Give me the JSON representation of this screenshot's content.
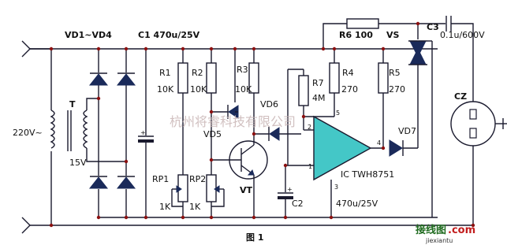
{
  "labels": {
    "vd1_vd4": "VD1~VD4",
    "c1": "C1 470u/25V",
    "r6": "R6 100",
    "vs": "VS",
    "c3": "C3",
    "c3_value": "0.1u/600V",
    "r1": "R1",
    "r1_value": "10K",
    "r2": "R2",
    "r2_value": "10K",
    "r3": "R3",
    "r3_value": "10K",
    "r7": "R7",
    "r7_value": "4M",
    "r4": "R4",
    "r4_value": "270",
    "r5": "R5",
    "r5_value": "270",
    "vd6": "VD6",
    "vd5": "VD5",
    "vd7": "VD7",
    "cz": "CZ",
    "t": "T",
    "mains": "220V~",
    "secondary": "15V",
    "rp1": "RP1",
    "rp1_value": "1K",
    "rp2": "RP2",
    "rp2_value": "1K",
    "vt": "VT",
    "c2": "C2",
    "c2_value": "470u/25V",
    "ic": "IC  TWH8751",
    "pin1": "1",
    "pin2": "2",
    "pin3": "3",
    "pin4": "4",
    "pin5": "5",
    "figure": "图 1",
    "watermark": "杭州将睿科技有限公司",
    "logo": "接线图",
    "logo_com": ".com",
    "logo_site": "jiexiantu"
  }
}
